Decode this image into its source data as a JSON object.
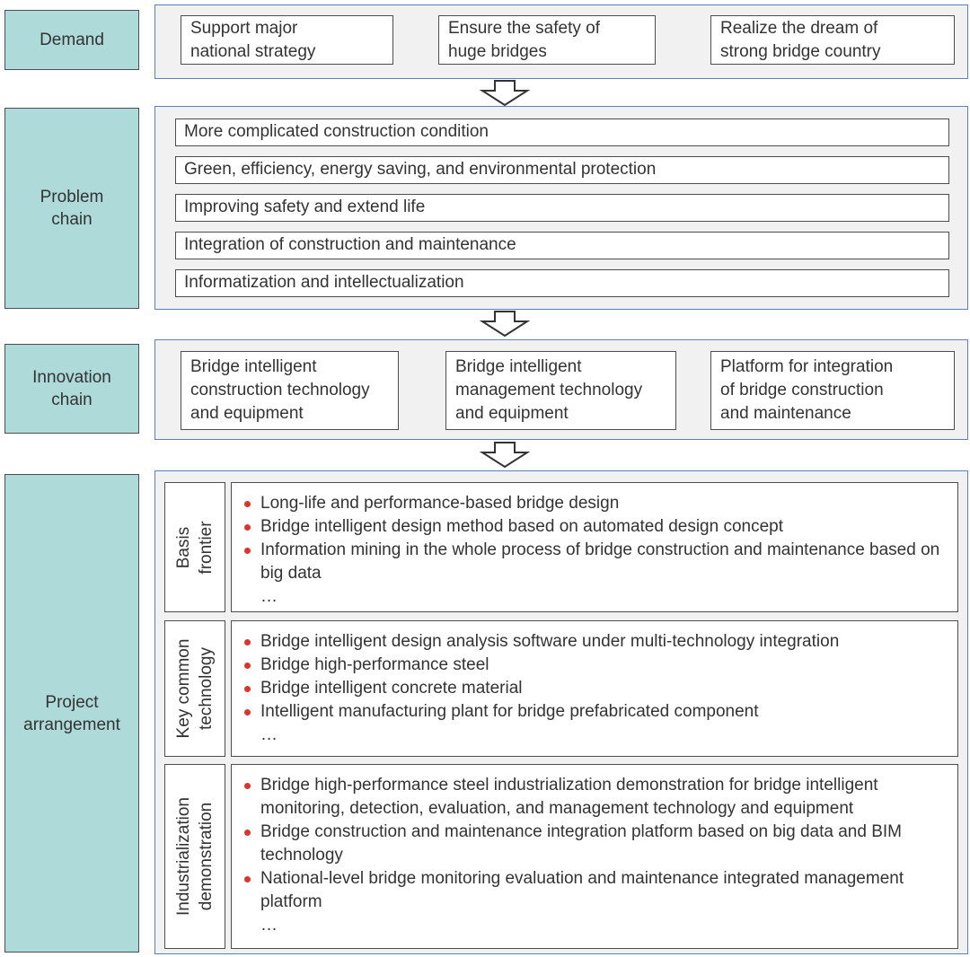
{
  "colors": {
    "teal_fill": "#aedad9",
    "teal_border": "#4d4d4d",
    "container_fill": "#f1f1f1",
    "container_border": "#5b81c5",
    "box_border": "#4d4d4d",
    "bullet_red": "#e1332b",
    "text": "#333333"
  },
  "demand": {
    "label_lines": [
      "Demand"
    ],
    "boxes": [
      {
        "lines": [
          "Support major",
          "national strategy"
        ]
      },
      {
        "lines": [
          "Ensure the safety of",
          "huge bridges"
        ]
      },
      {
        "lines": [
          "Realize the dream of",
          "strong bridge country"
        ]
      }
    ]
  },
  "problem_chain": {
    "label_lines": [
      "Problem",
      "chain"
    ],
    "items": [
      "More complicated construction condition",
      "Green, efficiency, energy saving, and environmental protection",
      "Improving safety and extend life",
      "Integration of construction and maintenance",
      "Informatization and intellectualization"
    ]
  },
  "innovation_chain": {
    "label_lines": [
      "Innovation",
      "chain"
    ],
    "boxes": [
      {
        "lines": [
          "Bridge intelligent",
          "construction technology",
          "and equipment"
        ]
      },
      {
        "lines": [
          "Bridge intelligent",
          "management technology",
          "and equipment"
        ]
      },
      {
        "lines": [
          "Platform for integration",
          "of bridge construction",
          "and maintenance"
        ]
      }
    ]
  },
  "project_arrangement": {
    "label_lines": [
      "Project",
      "arrangement"
    ],
    "sections": [
      {
        "title_lines": [
          "Basis",
          "frontier"
        ],
        "bullets": [
          "Long-life and performance-based bridge design",
          "Bridge intelligent design method based on automated design concept",
          "Information mining in the whole process of bridge construction and maintenance based on big data"
        ],
        "ellipsis": "…"
      },
      {
        "title_lines": [
          "Key common",
          "technology"
        ],
        "bullets": [
          "Bridge intelligent design analysis software under multi-technology integration",
          "Bridge high-performance steel",
          "Bridge intelligent concrete material",
          "Intelligent manufacturing plant for bridge prefabricated component"
        ],
        "ellipsis": "…"
      },
      {
        "title_lines": [
          "Industrialization",
          "demonstration"
        ],
        "bullets": [
          "Bridge high-performance steel industrialization demonstration for bridge intelligent monitoring, detection, evaluation, and management technology and equipment",
          "Bridge construction and maintenance integration platform based on big data and BIM technology",
          "National-level bridge monitoring evaluation and maintenance integrated management platform"
        ],
        "ellipsis": "…"
      }
    ]
  }
}
